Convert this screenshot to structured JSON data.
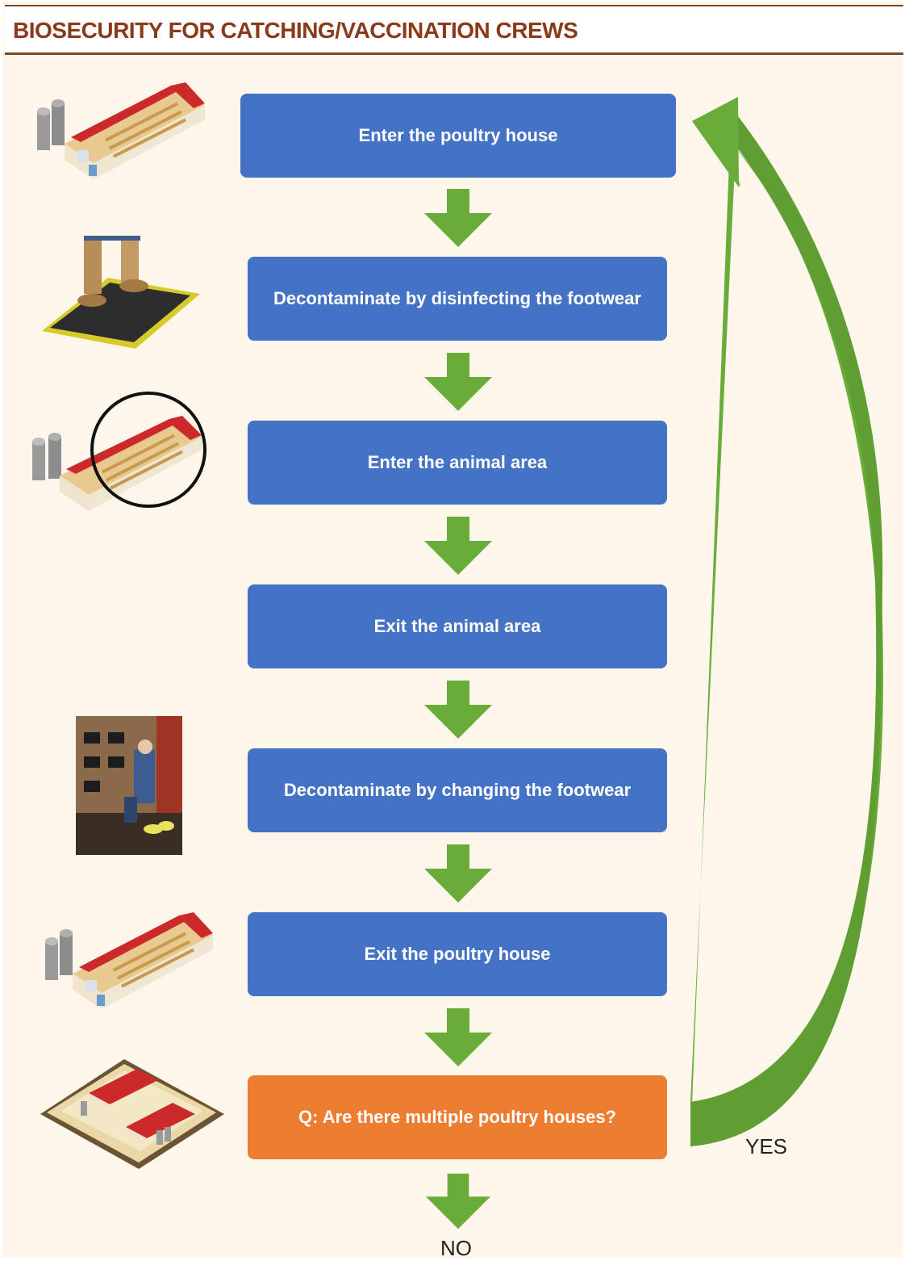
{
  "header": {
    "title": "BIOSECURITY FOR CATCHING/VACCINATION CREWS"
  },
  "steps": [
    {
      "label": "Enter the poultry house",
      "illustration": "poultry-house-icon"
    },
    {
      "label": "Decontaminate by disinfecting the footwear",
      "illustration": "footbath-icon"
    },
    {
      "label": "Enter the animal area",
      "illustration": "animal-area-icon"
    },
    {
      "label": "Exit the animal area",
      "illustration": ""
    },
    {
      "label": "Decontaminate by changing the footwear",
      "illustration": "boot-change-photo"
    },
    {
      "label": "Exit the poultry house",
      "illustration": "poultry-house-icon"
    },
    {
      "label": "Q: Are there multiple poultry houses?",
      "illustration": "farm-layout-icon"
    }
  ],
  "decision": {
    "yes": "YES",
    "no": "NO"
  },
  "colors": {
    "step_blue": "#4472c4",
    "question_orange": "#ed7d31",
    "arrow_green": "#6aac3a",
    "header_brown": "#8a3a1a",
    "background": "#fdf6ea"
  }
}
